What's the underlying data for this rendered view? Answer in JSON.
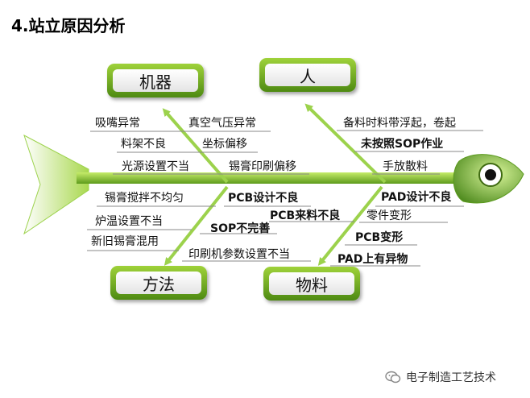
{
  "title": "4.站立原因分析",
  "categories": {
    "machine": "机器",
    "man": "人",
    "method": "方法",
    "material": "物料"
  },
  "causes": {
    "machine": [
      "吸嘴异常",
      "真空气压异常",
      "料架不良",
      "坐标偏移",
      "光源设置不当",
      "锡膏印刷偏移"
    ],
    "man": [
      "备料时料带浮起，卷起",
      "未按照SOP作业",
      "手放散料"
    ],
    "method": [
      "锡膏搅拌不均匀",
      "PCB设计不良",
      "炉温设置不当",
      "SOP不完善",
      "新旧锡膏混用",
      "印刷机参数设置不当"
    ],
    "material": [
      "PAD设计不良",
      "PCB来料不良",
      "零件变形",
      "PCB变形",
      "PAD上有异物"
    ]
  },
  "footer": "电子制造工艺技术",
  "colors": {
    "bone": "#8dc63f",
    "bone_dark": "#4e8a12"
  },
  "icons": [
    "fish-head-icon",
    "fish-eye-icon",
    "wechat-icon"
  ]
}
